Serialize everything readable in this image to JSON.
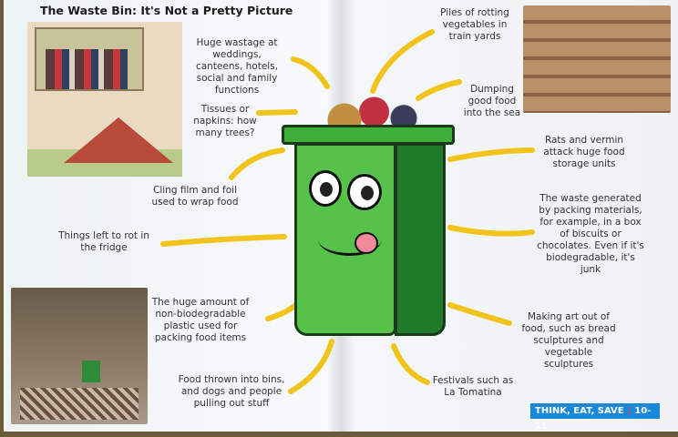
{
  "title": "The Waste Bin: It's Not a Pretty Picture",
  "captions": {
    "weddings": "Huge wastage at weddings, canteens, hotels, social and family functions",
    "tissues": "Tissues or napkins: how many trees?",
    "cling": "Cling film and foil used to wrap food",
    "fridge": "Things left to rot in the fridge",
    "plastic": "The huge amount of non-biodegradable plastic used for packing food items",
    "bins": "Food thrown into bins, and dogs and people pulling out stuff",
    "trainyards": "Piles of rotting vegetables in train yards",
    "sea": "Dumping good food into the sea",
    "rats": "Rats and vermin attack huge food storage units",
    "packing": "The waste generated by packing materials, for example, in a box of biscuits or chocolates. Even if it's biodegradable, it's junk",
    "art": "Making art out of food, such as bread sculptures and vegetable sculptures",
    "festivals": "Festivals such as La Tomatina"
  },
  "footer": {
    "series": "THINK, EAT, SAVE",
    "separator": "|",
    "pages": "10-11"
  },
  "colors": {
    "bin": "#3fae3a",
    "bin_dark": "#1f7a2a",
    "arrow": "#f2c31b",
    "footer": "#1a88d8"
  }
}
